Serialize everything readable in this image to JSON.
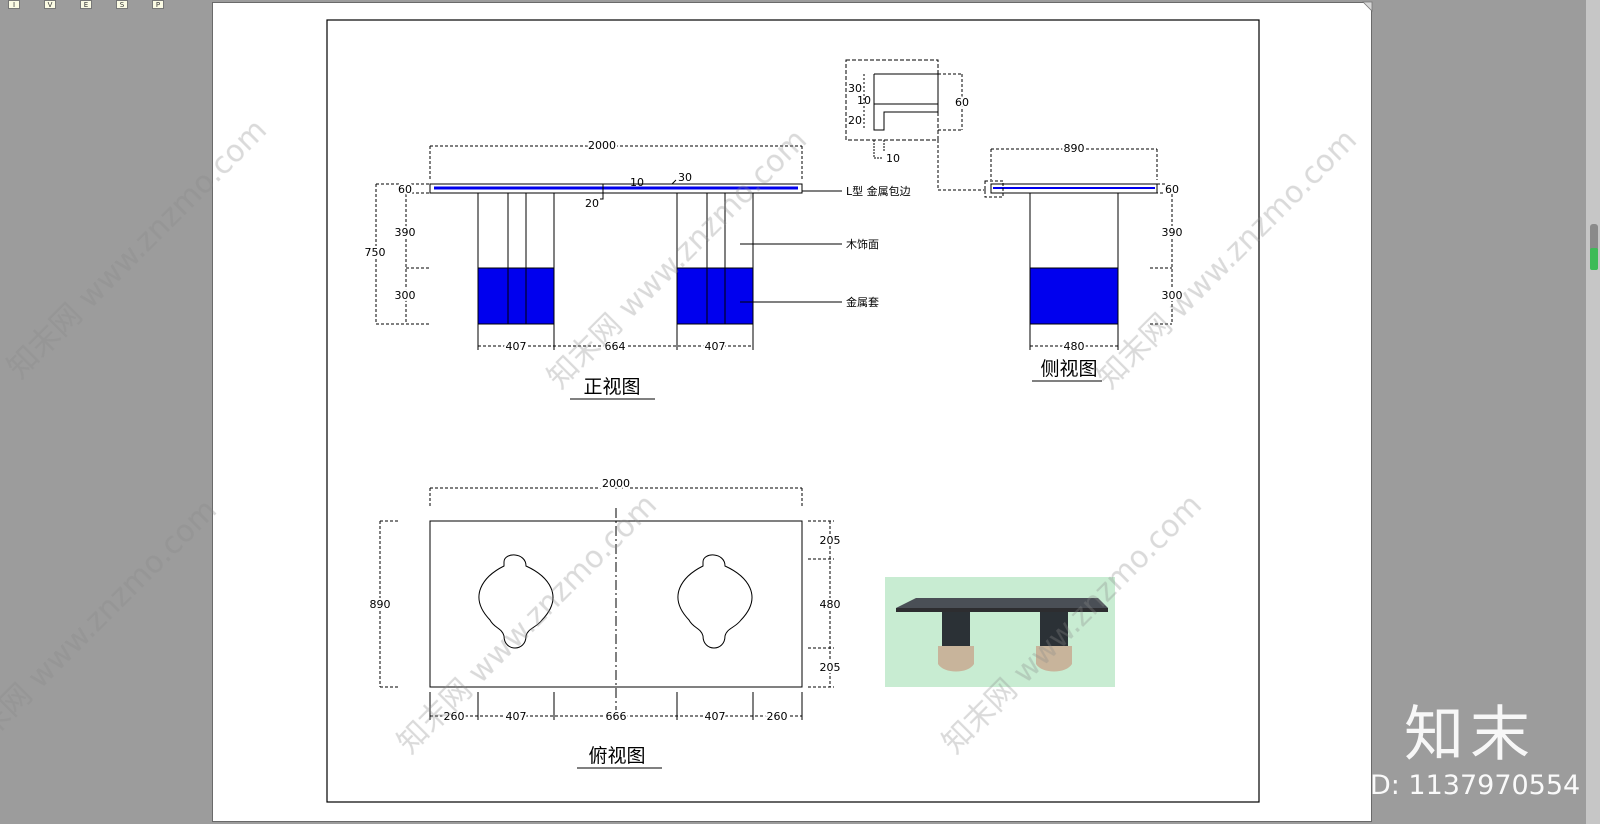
{
  "toolbar": {
    "buttons": [
      "I",
      "V",
      "E",
      "S",
      "P"
    ]
  },
  "front": {
    "title": "正视图",
    "width": "2000",
    "edge_30": "30",
    "edge_10": "10",
    "edge_20": "20",
    "top_60": "60",
    "h_390": "390",
    "h_750": "750",
    "h_300": "300",
    "leg_left": "407",
    "gap": "664",
    "leg_right": "407",
    "callout_l": "L型  金属包边",
    "callout_wood": "木饰面",
    "callout_metal": "金属套"
  },
  "detail": {
    "d30": "30",
    "d10": "10",
    "d60": "60",
    "d20": "20",
    "d10b": "10"
  },
  "side": {
    "title": "侧视图",
    "width": "890",
    "top_60": "60",
    "h_390": "390",
    "h_300": "300",
    "leg": "480"
  },
  "top": {
    "title": "俯视图",
    "width": "2000",
    "depth": "890",
    "r205a": "205",
    "r480": "480",
    "r205b": "205",
    "b260a": "260",
    "b407a": "407",
    "b666": "666",
    "b407b": "407",
    "b260b": "260"
  },
  "watermark": {
    "text": "知末网 www.znzmo.com"
  },
  "brand": {
    "text": "知末",
    "id": "ID: 1137970554"
  },
  "colors": {
    "metal": "#0000ee",
    "line": "#000000",
    "bg": "#9c9c9c",
    "render_bg": "#c8ecd2"
  }
}
